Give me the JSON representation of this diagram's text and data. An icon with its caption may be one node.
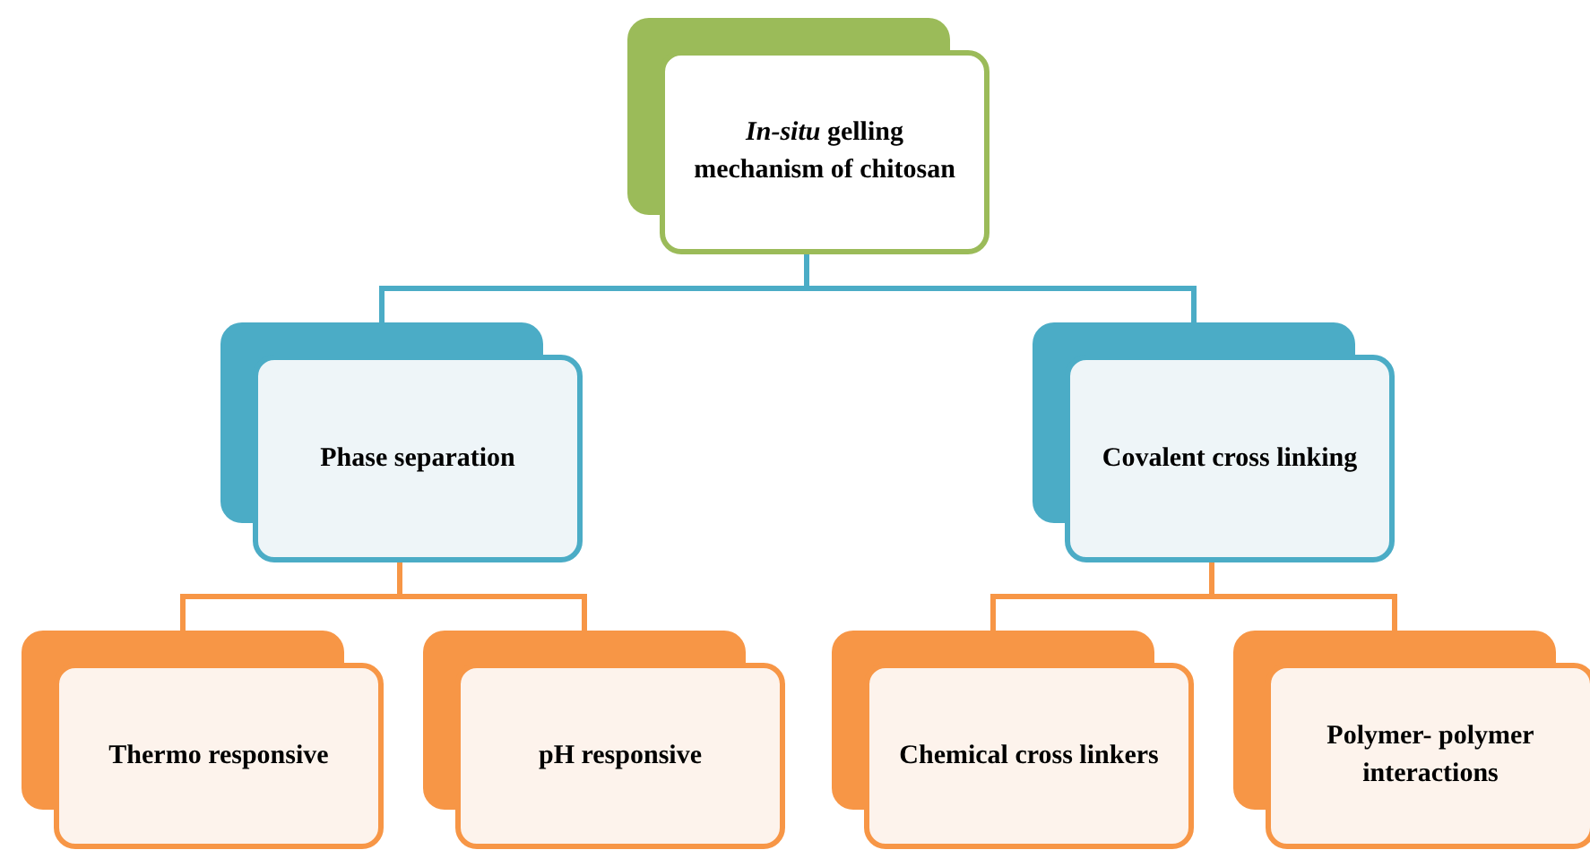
{
  "diagram": {
    "nodes": [
      {
        "text": [
          "*In-situ* gelling mechanism of chitosan"
        ]
      },
      {
        "text": [
          "Phase separation"
        ]
      },
      {
        "text": [
          "Covalent cross linking"
        ]
      },
      {
        "text": [
          "Thermo responsive"
        ]
      },
      {
        "text": [
          "pH responsive"
        ]
      },
      {
        "text": [
          "Chemical cross linkers"
        ]
      },
      {
        "text": [
          "Polymer- polymer interactions"
        ]
      }
    ],
    "edges": [
      {
        "from": 0,
        "to": 1,
        "arrow": "none",
        "color": "#4bacc6"
      },
      {
        "from": 0,
        "to": 2,
        "arrow": "none",
        "color": "#4bacc6"
      },
      {
        "from": 1,
        "to": 3,
        "arrow": "none"
      },
      {
        "from": 1,
        "to": 4,
        "arrow": "none"
      },
      {
        "from": 2,
        "to": 5,
        "arrow": "none"
      },
      {
        "from": 2,
        "to": 6,
        "arrow": "none"
      }
    ]
  }
}
